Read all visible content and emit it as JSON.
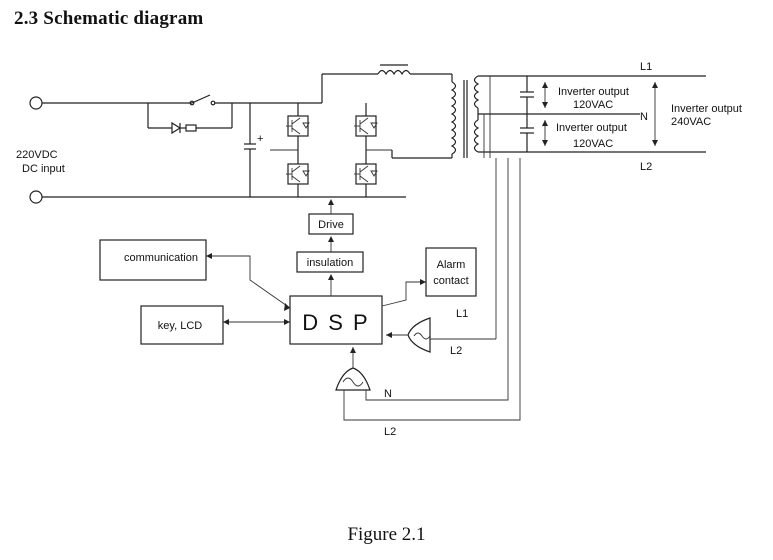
{
  "section_title": "2.3 Schematic diagram",
  "figure_caption": "Figure 2.1",
  "labels": {
    "dc_input_voltage": "220VDC",
    "dc_input": "DC input",
    "inverter_output_1": "Inverter output",
    "vac_120_1": "120VAC",
    "inverter_output_2": "Inverter output",
    "vac_120_2": "120VAC",
    "inverter_output_total": "Inverter output",
    "vac_240": "240VAC",
    "l1_top": "L1",
    "n_mid": "N",
    "l2_top": "L2",
    "plus": "+",
    "drive": "Drive",
    "insulation": "insulation",
    "communication": "communication",
    "dsp": "D S P",
    "key_lcd": "key, LCD",
    "alarm_line1": "Alarm",
    "alarm_line2": "contact",
    "l1_sense": "L1",
    "l2_sense": "L2",
    "n_sense": "N",
    "l2_bottom": "L2"
  }
}
